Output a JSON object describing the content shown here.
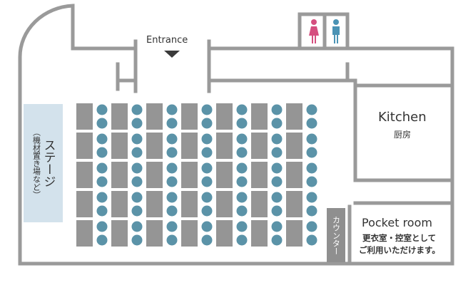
{
  "colors": {
    "wall": "#9a9a9a",
    "stage_fill": "#d3e2ec",
    "table_fill": "#959595",
    "chair_fill": "#5b93a8",
    "restroom_female": "#d54f7f",
    "restroom_male": "#4a93b5",
    "counter_fill": "#8f8f8f",
    "text": "#333333"
  },
  "labels": {
    "entrance": "Entrance",
    "stage_main": "ステージ",
    "stage_sub": "（機材置き場など）",
    "kitchen_en": "Kitchen",
    "kitchen_jp": "厨房",
    "counter": "カウンター",
    "pocket_room_title": "Pocket room",
    "pocket_room_line1": "更衣室・控室として",
    "pocket_room_line2": "ご利用いただけます。"
  },
  "icons": {
    "restroom_female": "female-restroom-icon",
    "restroom_male": "male-restroom-icon",
    "entrance_marker": "triangle-down-icon"
  },
  "seating": {
    "table_columns": 7,
    "table_rows": 5,
    "chairs_per_table": 2
  }
}
